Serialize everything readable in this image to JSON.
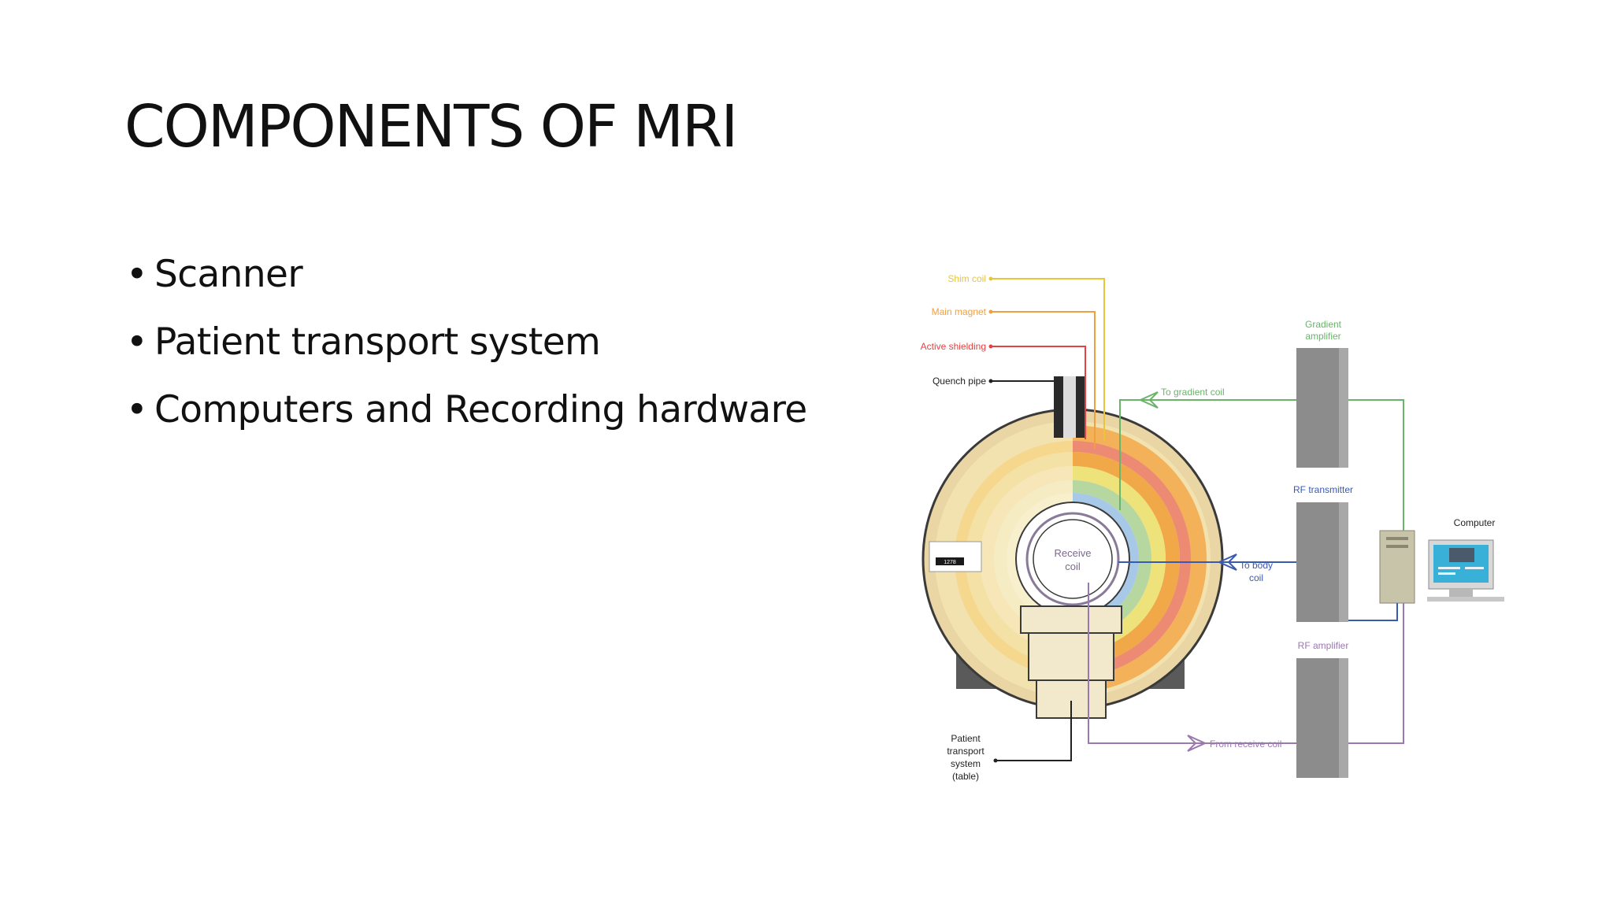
{
  "slide": {
    "title": "COMPONENTS OF MRI",
    "bullets": [
      "Scanner",
      "Patient transport system",
      "Computers and Recording hardware"
    ]
  },
  "diagram": {
    "labels": {
      "shim_coil": "Shim coil",
      "main_magnet": "Main magnet",
      "active_shielding": "Active shielding",
      "quench_pipe": "Quench pipe",
      "receive_coil_line1": "Receive",
      "receive_coil_line2": "coil",
      "gradient_amplifier_line1": "Gradient",
      "gradient_amplifier_line2": "amplifier",
      "rf_transmitter": "RF transmitter",
      "rf_amplifier": "RF amplifier",
      "computer": "Computer",
      "to_gradient_coil": "To gradient coil",
      "to_body_coil_line1": "To body",
      "to_body_coil_line2": "coil",
      "from_receive_coil": "From receive coil",
      "patient_table_line1": "Patient",
      "patient_table_line2": "transport",
      "patient_table_line3": "system",
      "patient_table_line4": "(table)",
      "display_readout": "1278"
    },
    "colors": {
      "shim_coil": "#e8c53a",
      "main_magnet": "#f0a040",
      "active_shielding": "#e84040",
      "quench_pipe": "#222222",
      "gradient_line": "#6ab46a",
      "rf_line": "#3a5ab0",
      "receive_line": "#9a78b0",
      "cabinet": "#8c8c8c"
    }
  }
}
